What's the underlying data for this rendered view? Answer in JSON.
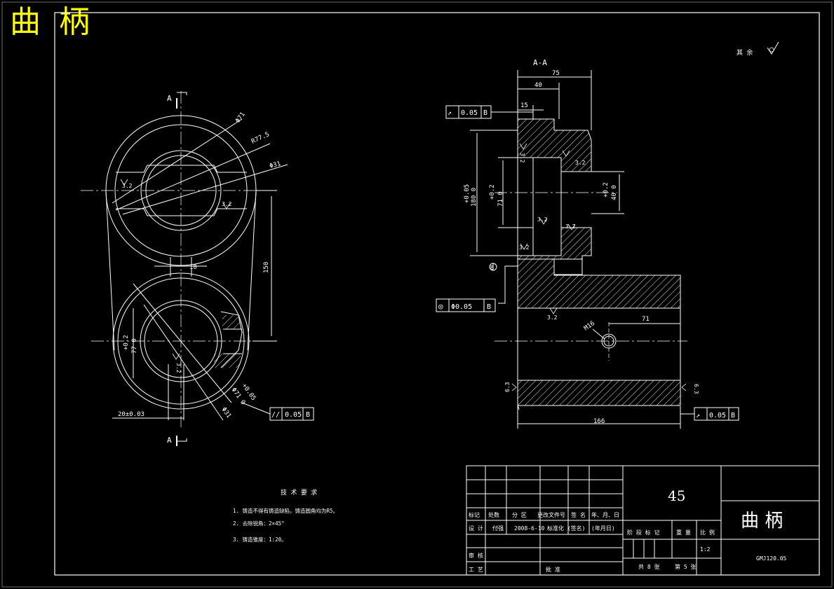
{
  "header": {
    "title": "曲 柄",
    "surface_note": "其 余"
  },
  "section_label": "A-A",
  "section_mark": "A",
  "front_view": {
    "dims": {
      "phi71": "Φ71",
      "r77": "R77.5",
      "phi31_top": "Φ31",
      "phi31_bottom": "Φ31",
      "width10": "10",
      "height150": "150",
      "tol_left": "+0.2",
      "val_left": "77 0",
      "tol_bottom": "+0.05",
      "val_bottom": "Φ71 0",
      "key_width": "20±0.03"
    },
    "roughness": [
      "3.2",
      "3.2",
      "3.2"
    ],
    "tolerance_frame": {
      "symbol": "//",
      "value": "0.05",
      "datum": "B"
    }
  },
  "section_view": {
    "dims": {
      "d75": "75",
      "d40": "40",
      "d15": "15",
      "tol180": "+0.05",
      "val180": "180 0",
      "tol71": "+0.2",
      "val71": "71 0",
      "tol40": "+0.2",
      "val40": "40 0",
      "m16": "M16",
      "d71": "71",
      "d166": "166"
    },
    "roughness": [
      "3.2",
      "3.2",
      "3.2",
      "3.2",
      "3.2",
      "3.2",
      "6.3",
      "6.3"
    ],
    "datum": "B",
    "tolerance_frames": [
      {
        "symbol": "↗",
        "value": "0.05",
        "datum": "B"
      },
      {
        "symbol": "◎",
        "value": "Φ0.05",
        "datum": "B"
      },
      {
        "symbol": "↗",
        "value": "0.05",
        "datum": "B"
      }
    ]
  },
  "tech_requirements": {
    "title": "技 术 要 求",
    "items": [
      "1. 铸造不得有铸造缺陷，铸造圆角均为R5。",
      "2. 去除锐角：2×45°",
      "3. 铸造锥度：1:20。"
    ]
  },
  "title_block": {
    "material": "45",
    "part_name": "曲   柄",
    "drawing_no": "GMJ120.05",
    "row_headers": [
      "标记",
      "处数",
      "分 区",
      "更改文件号",
      "签 名",
      "年、月、日"
    ],
    "designer_label": "设 计",
    "designer": "付强",
    "date": "2008-6-10",
    "standardization": "标准化 (签名)",
    "ymd": "(年月日)",
    "review": "审 核",
    "process": "工 艺",
    "approve": "批 准",
    "stage_mark": "阶 段 标 记",
    "weight": "重 量",
    "scale_label": "比 例",
    "scale": "1:2",
    "sheets": "共 8 张",
    "sheet_no": "第 5 张"
  }
}
